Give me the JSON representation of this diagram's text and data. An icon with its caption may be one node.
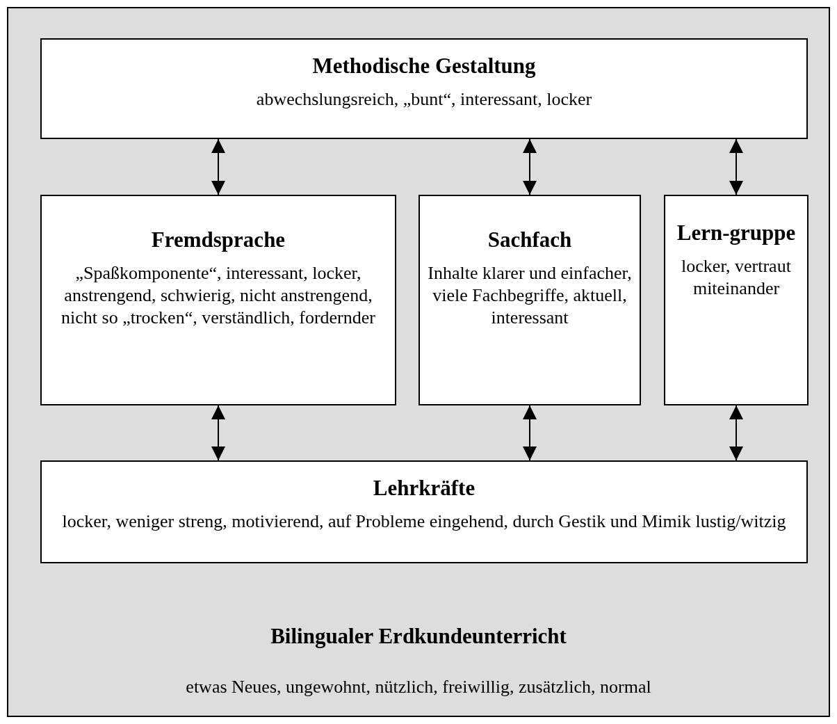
{
  "diagram": {
    "nodes": [
      {
        "text": [
          "Bilingualer Erdkundeunterricht",
          "etwas Neues, ungewohnt, nützlich, freiwillig, zusätzlich, normal"
        ]
      },
      {
        "text": [
          "Methodische Gestaltung",
          "abwechslungsreich, „bunt“, interessant, locker"
        ],
        "in": 0
      },
      {
        "text": [
          "Fremdsprache",
          "„Spaßkomponente“, interessant, locker, anstrengend, schwierig, nicht anstrengend, nicht so „trocken“, verständlich, fordernder"
        ],
        "in": 0
      },
      {
        "text": [
          "Sachfach",
          "Inhalte klarer und einfacher, viele Fachbegriffe, aktuell, interessant"
        ],
        "in": 0
      },
      {
        "text": [
          "Lern-gruppe",
          "locker, vertraut miteinander"
        ],
        "in": 0
      },
      {
        "text": [
          "Lehrkräfte",
          "locker, weniger streng, motivierend, auf Probleme eingehend, durch Gestik und Mimik lustig/witzig"
        ],
        "in": 0
      }
    ],
    "edges": [
      {
        "from": 1,
        "to": 2,
        "arrow": "both"
      },
      {
        "from": 1,
        "to": 3,
        "arrow": "both"
      },
      {
        "from": 1,
        "to": 4,
        "arrow": "both"
      },
      {
        "from": 2,
        "to": 5,
        "arrow": "both"
      },
      {
        "from": 3,
        "to": 5,
        "arrow": "both"
      },
      {
        "from": 4,
        "to": 5,
        "arrow": "both"
      }
    ]
  }
}
